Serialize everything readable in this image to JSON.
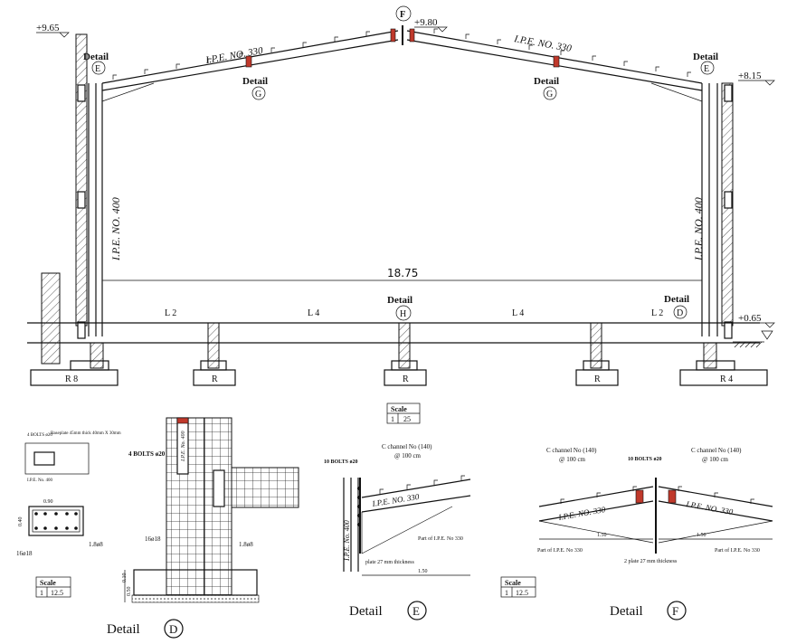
{
  "elevation": {
    "level_left": "+9.65",
    "level_ridge": "+9.80",
    "level_right_eave": "+8.15",
    "level_right_base": "+0.65",
    "rafter_label_left": "I.P.E. NO. 330",
    "rafter_label_right": "I.P.E. NO. 330",
    "column_label_left": "I.P.E. NO. 400",
    "column_label_right": "I.P.E. NO. 400",
    "span": "18.75",
    "detail_word": "Detail",
    "markers": {
      "e": "E",
      "g": "G",
      "f": "F",
      "h": "H",
      "d": "D"
    },
    "beam_labels": [
      "L 2",
      "L 4",
      "L 4",
      "L 2"
    ],
    "footings": [
      "R 8",
      "R",
      "R",
      "R",
      "R 4"
    ],
    "scale_label": "Scale",
    "scale_value": [
      "1",
      "25"
    ]
  },
  "detail_d": {
    "title": "Detail",
    "marker": "D",
    "plan_note_left": "4 BOLTS ø20",
    "plan_note_right": "Baseplate 45mm thick 40mm X 30mm",
    "plan_section": "I.P.E. No. 400",
    "dim_width": "0.90",
    "dim_height": "0.40",
    "bar_main": "16ø18",
    "bar_tie": "1.8ø8",
    "bolts": "4 BOLTS ø20",
    "column_text": "I.P.E. No. 400",
    "bar_main_2": "16ø18",
    "bar_tie_2": "1.8ø8",
    "dim_base_1": "0.50",
    "dim_base_2": "0.10",
    "scale_label": "Scale",
    "scale_value": [
      "1",
      "12.5"
    ]
  },
  "detail_e": {
    "title": "Detail",
    "marker": "E",
    "bolts": "10 BOLTS ø20",
    "channel": "C channel No (140)",
    "spacing": "@ 100 cm",
    "rafter": "I.P.E. NO. 330",
    "column": "I.P.E. No. 400",
    "haunch": "Part of I.P.E. No 330",
    "plate": "plate 27 mm thickness",
    "dim": "1.50"
  },
  "detail_f": {
    "title": "Detail",
    "marker": "F",
    "channel_left": "C channel No (140)",
    "spacing_left": "@ 100 cm",
    "bolts": "10 BOLTS ø20",
    "channel_right": "C channel No (140)",
    "spacing_right": "@ 100 cm",
    "rafter_left": "I.P.E. NO. 330",
    "rafter_right": "I.P.E. NO. 330",
    "dim_left": "1.50",
    "dim_right": "1.50",
    "haunch_left": "Part of I.P.E. No 330",
    "haunch_right": "Part of I.P.E. No 330",
    "plate": "2 plate 27 mm thickness",
    "scale_label": "Scale",
    "scale_value": [
      "1",
      "12.5"
    ]
  }
}
